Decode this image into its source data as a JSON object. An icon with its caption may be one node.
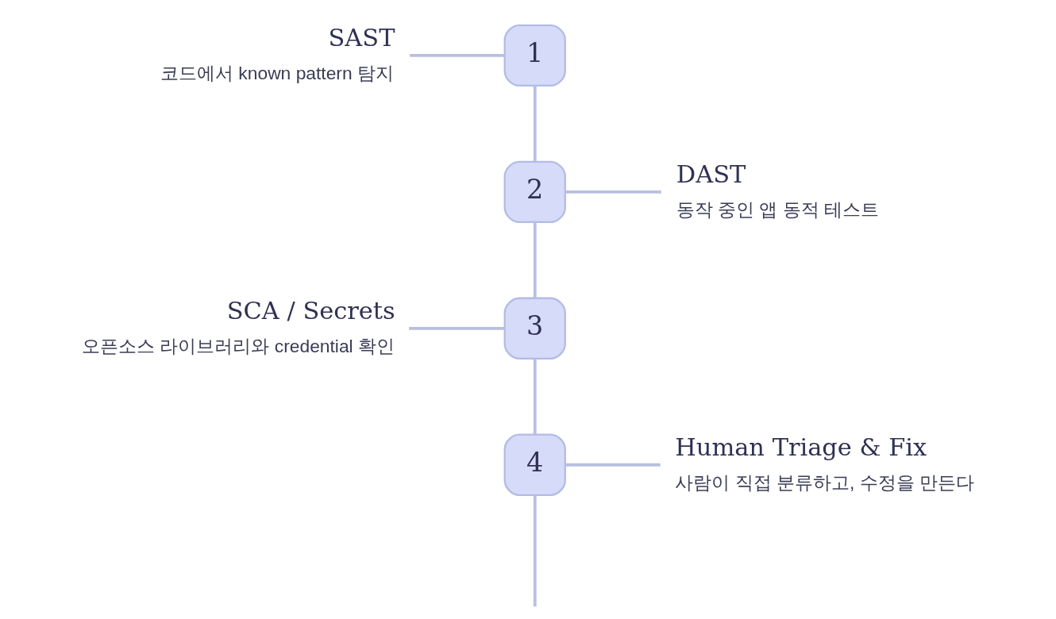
{
  "diagram": {
    "nodes": [
      {
        "text": [
          "SAST",
          "코드에서 known pattern 탐지"
        ]
      },
      {
        "text": [
          "1"
        ]
      },
      {
        "text": [
          "2"
        ]
      },
      {
        "text": [
          "DAST",
          "동작 중인 앱 동적 테스트"
        ]
      },
      {
        "text": [
          "SCA / Secrets",
          "오픈소스 라이브러리와 credential 확인"
        ]
      },
      {
        "text": [
          "3"
        ]
      },
      {
        "text": [
          "4"
        ]
      },
      {
        "text": [
          "Human Triage & Fix",
          "사람이 직접 분류하고, 수정을 만든다"
        ]
      }
    ],
    "edges": [
      {
        "from": 0,
        "to": 1,
        "arrow": "none"
      },
      {
        "from": 1,
        "to": 2,
        "arrow": "none"
      },
      {
        "from": 2,
        "to": 3,
        "arrow": "none"
      },
      {
        "from": 2,
        "to": 5,
        "arrow": "none"
      },
      {
        "from": 4,
        "to": 5,
        "arrow": "none"
      },
      {
        "from": 5,
        "to": 6,
        "arrow": "none"
      },
      {
        "from": 6,
        "to": 7,
        "arrow": "none"
      },
      {
        "from": 6,
        "to": null,
        "arrow": "none"
      }
    ]
  }
}
